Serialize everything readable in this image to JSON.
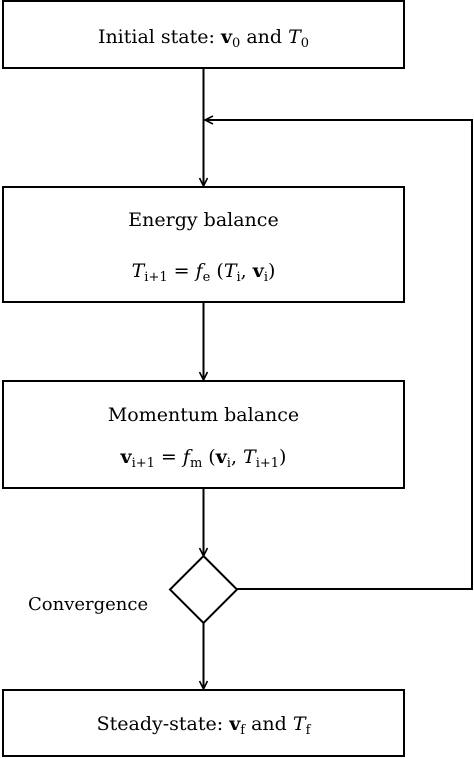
{
  "diagram": {
    "initial": {
      "prefix": "Initial state: ",
      "v": "v",
      "v_sub": "0",
      "connector": " and ",
      "t": "T",
      "t_sub": "0"
    },
    "energy": {
      "title": "Energy balance",
      "lhs": "T",
      "lhs_sub": "i+1",
      "equals": " = ",
      "fn": "f",
      "fn_sub": "e",
      "open": " (",
      "arg1": "T",
      "arg1_sub": "i",
      "comma": ", ",
      "arg2": "v",
      "arg2_sub": "i",
      "close": ")"
    },
    "momentum": {
      "title": "Momentum balance",
      "lhs": "v",
      "lhs_sub": "i+1",
      "equals": " = ",
      "fn": "f",
      "fn_sub": "m",
      "open": " (",
      "arg1": "v",
      "arg1_sub": "i",
      "comma": ", ",
      "arg2": "T",
      "arg2_sub": "i+1",
      "close": ")"
    },
    "decision": {
      "label": "Convergence"
    },
    "final": {
      "prefix": "Steady-state: ",
      "v": "v",
      "v_sub": "f",
      "connector": " and ",
      "t": "T",
      "t_sub": "f"
    }
  }
}
